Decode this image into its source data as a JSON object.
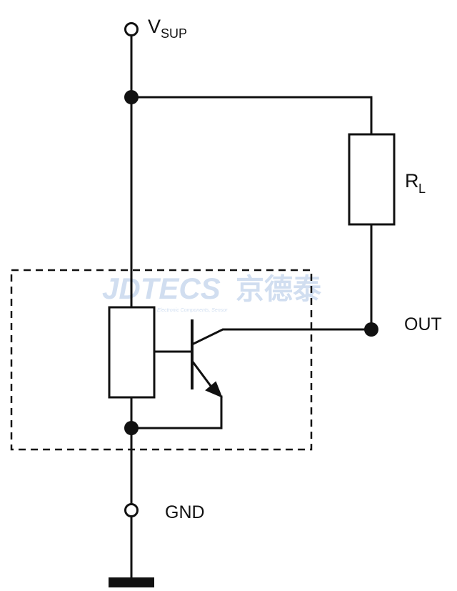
{
  "labels": {
    "vsup_main": "V",
    "vsup_sub": "SUP",
    "rl_main": "R",
    "rl_sub": "L",
    "out": "OUT",
    "gnd": "GND"
  },
  "watermark": {
    "brand": "JDTECS",
    "chinese": "京德泰",
    "tagline": "Electronic Components, Sensor"
  },
  "colors": {
    "line": "#111111",
    "watermark": "#c9d9ee"
  }
}
